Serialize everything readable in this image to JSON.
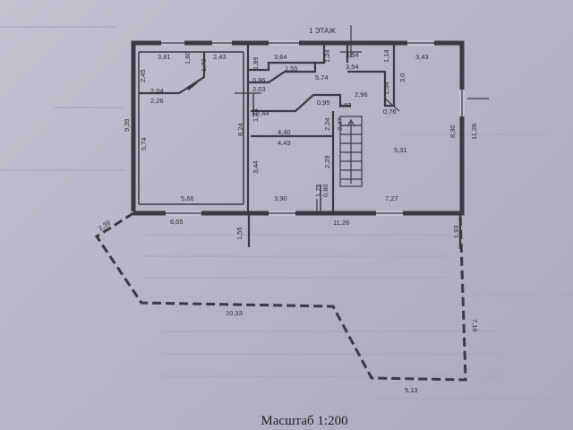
{
  "plan": {
    "floor_label": "1 ЭТАЖ",
    "scale_caption": "Масштаб 1:200",
    "dims": {
      "d_3_81": "3,81",
      "d_2_43": "2,43",
      "d_1_60": "1,60",
      "d_1_73": "1,73",
      "d_2_45": "2,45",
      "d_2_04": "2,04",
      "d_2_26": "2,26",
      "d_9_39": "9,39",
      "d_5_74_left": "5,74",
      "d_5_66": "5,66",
      "d_6_05": "6,05",
      "d_2_39": "2,39",
      "d_1_89": "1,89",
      "d_3_64": "3,64",
      "d_1_55": "1,55",
      "d_0_96": "0,96",
      "d_2_03": "2,03",
      "d_1_24": "1,24",
      "d_3_54_top": "3,54",
      "d_3_54": "3,54",
      "d_5_74": "5,74",
      "d_1_14": "1,14",
      "d_3_43": "3,43",
      "d_1_54": "1,54",
      "d_3_0": "3,0",
      "d_0_76": "0,76",
      "d_2_96": "2,96",
      "d_0_95": "0,95",
      "d_1_82": "1,82",
      "d_2_44": "2,44",
      "d_2_47": "2,47",
      "d_2_24": "2,24",
      "d_8_24": "8,24",
      "d_1_44": "1,44",
      "d_4_40": "4,40",
      "d_4_43": "4,43",
      "d_3_44": "3,44",
      "d_2_29": "2,29",
      "d_1_75": "1,75",
      "d_3_90": "3,90",
      "d_0_80": "0,80",
      "d_5_31": "5,31",
      "d_8_30": "8,30",
      "d_11_26_right": "11,26",
      "d_7_27": "7,27",
      "d_11_26": "11,26",
      "d_1_55_low": "1,55",
      "d_1_93": "1,93",
      "d_10_33": "10,33",
      "d_7_16": "7,16",
      "d_5_13": "5,13"
    }
  }
}
